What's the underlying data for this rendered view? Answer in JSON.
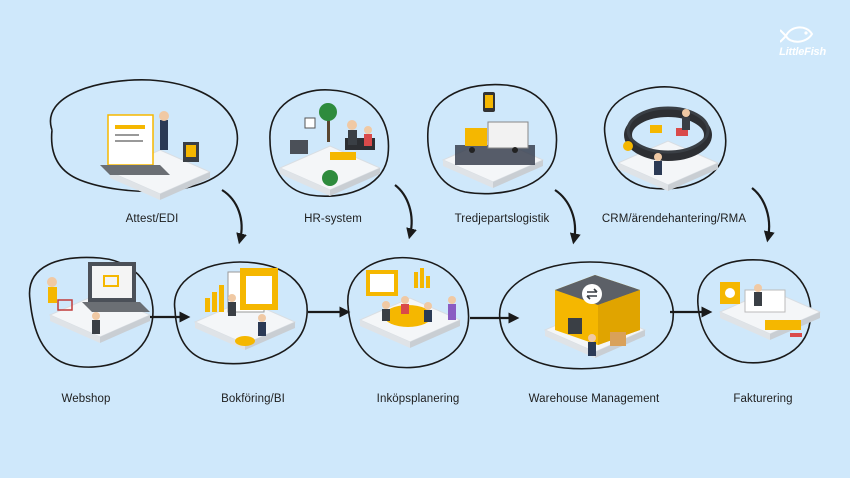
{
  "brand": {
    "name": "LittleFish"
  },
  "top_row": [
    {
      "id": "attest",
      "label": "Attest/EDI",
      "icon": "invoice-laptop-icon"
    },
    {
      "id": "hr",
      "label": "HR-system",
      "icon": "office-lounge-icon"
    },
    {
      "id": "tpl",
      "label": "Tredjepartslogistik",
      "icon": "delivery-truck-icon"
    },
    {
      "id": "crm",
      "label": "CRM/ärendehantering/RMA",
      "icon": "support-center-icon"
    }
  ],
  "bottom_row": [
    {
      "id": "webshop",
      "label": "Webshop",
      "icon": "shopping-laptop-icon"
    },
    {
      "id": "bokforing",
      "label": "Bokföring/BI",
      "icon": "analytics-board-icon"
    },
    {
      "id": "inkop",
      "label": "Inköpsplanering",
      "icon": "meeting-table-icon"
    },
    {
      "id": "warehouse",
      "label": "Warehouse Management",
      "icon": "warehouse-icon"
    },
    {
      "id": "fakturering",
      "label": "Fakturering",
      "icon": "billing-desk-icon"
    }
  ],
  "colors": {
    "background": "#cfe8fb",
    "accent": "#f5b700",
    "line": "#1a1a1a",
    "platform": "#f4f6f8"
  }
}
